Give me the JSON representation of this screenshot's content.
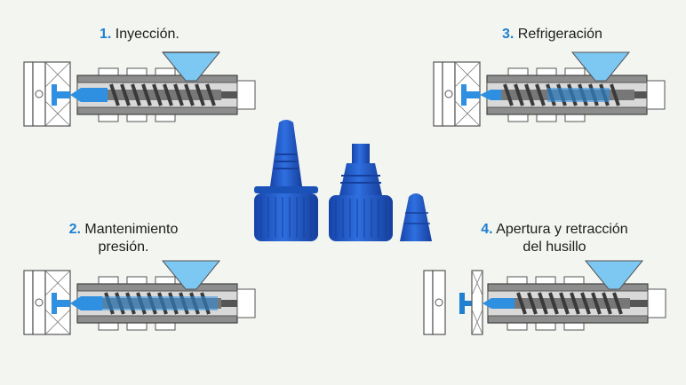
{
  "steps": [
    {
      "number": "1.",
      "label": "Inyección."
    },
    {
      "number": "2.",
      "label_line1": "Mantenimiento",
      "label_line2": "presión."
    },
    {
      "number": "3.",
      "label": "Refrigeración"
    },
    {
      "number": "4.",
      "label_line1": "Apertura y retracción",
      "label_line2": "del husillo"
    }
  ],
  "colors": {
    "accent": "#1f7fd1",
    "plastic": "#2f8fe0",
    "cap": "#1f5fc8",
    "hopper_fill": "#7cc8f3",
    "steel": "#9a9a9a",
    "background": "#f2f5f0"
  }
}
